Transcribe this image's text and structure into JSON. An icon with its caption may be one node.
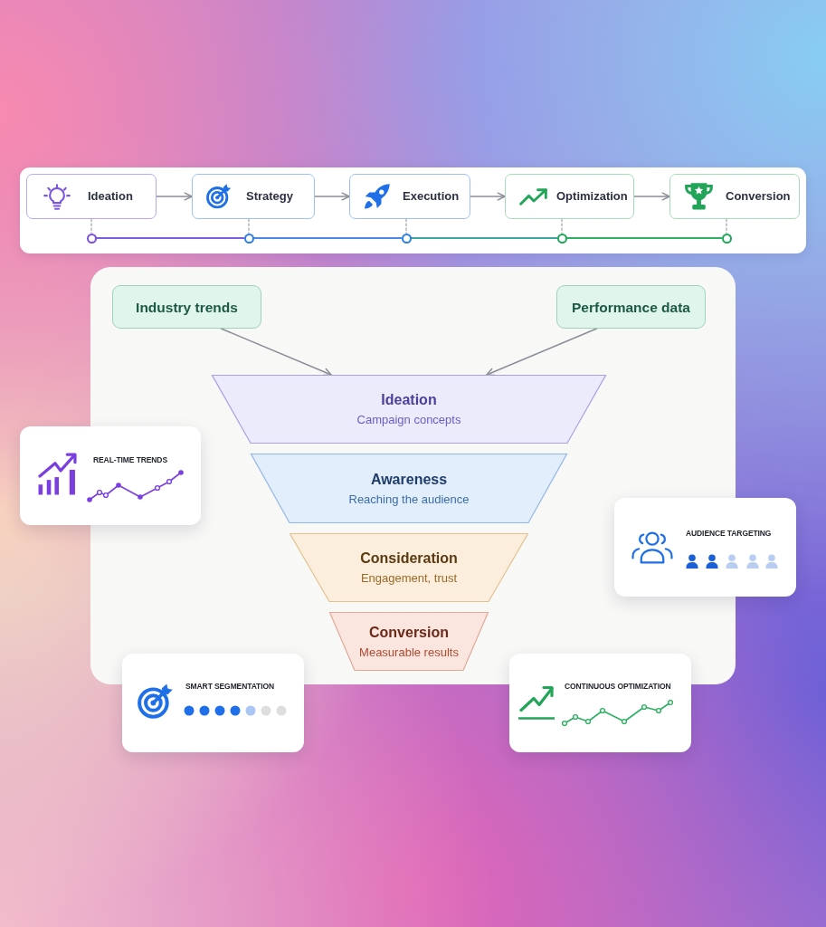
{
  "diagram": {
    "nodes": [
      {
        "text": [],
        "shape": "box"
      },
      {
        "text": [
          "Ideation"
        ],
        "in": 0
      },
      {
        "text": [
          "Strategy"
        ],
        "in": 0
      },
      {
        "text": [
          "Execution"
        ],
        "in": 0
      },
      {
        "text": [
          "Optimization"
        ],
        "in": 0
      },
      {
        "text": [
          "Conversion"
        ],
        "in": 0
      },
      {
        "text": [],
        "shape": "circle",
        "in": 0
      },
      {
        "text": [],
        "shape": "circle",
        "in": 0
      },
      {
        "text": [],
        "shape": "circle",
        "in": 0
      },
      {
        "text": [],
        "shape": "circle",
        "in": 0
      },
      {
        "text": [],
        "shape": "circle",
        "in": 0
      },
      {
        "text": [],
        "shape": "box"
      },
      {
        "text": [
          "Industry trends"
        ],
        "in": 11
      },
      {
        "text": [
          "Performance data"
        ],
        "in": 11
      },
      {
        "text": [
          "Ideation",
          "Campaign concepts"
        ],
        "in": 11
      },
      {
        "text": [
          "Awareness",
          "Reaching the audience"
        ],
        "in": 11
      },
      {
        "text": [
          "Consideration",
          "Engagement, trust"
        ],
        "in": 11
      },
      {
        "text": [
          "Conversion",
          "Measurable results"
        ],
        "in": 11
      },
      {
        "text": [
          "REAL-TIME TRENDS"
        ]
      },
      {
        "text": [
          "AUDIENCE TARGETING"
        ]
      },
      {
        "text": [
          "SMART SEGMENTATION"
        ]
      },
      {
        "text": [
          "CONTINUOUS OPTIMIZATION"
        ]
      }
    ],
    "edges": [
      {
        "from": 1,
        "to": 2,
        "arrow": "to"
      },
      {
        "from": 2,
        "to": 3,
        "arrow": "to"
      },
      {
        "from": 3,
        "to": 4,
        "arrow": "to"
      },
      {
        "from": 4,
        "to": 5,
        "arrow": "to"
      },
      {
        "from": 1,
        "to": 6,
        "arrow": "none",
        "style": "dashed"
      },
      {
        "from": 2,
        "to": 7,
        "arrow": "none",
        "style": "dashed"
      },
      {
        "from": 3,
        "to": 8,
        "arrow": "none",
        "style": "dashed"
      },
      {
        "from": 4,
        "to": 9,
        "arrow": "none",
        "style": "dashed"
      },
      {
        "from": 5,
        "to": 10,
        "arrow": "none",
        "style": "dashed"
      },
      {
        "from": 6,
        "to": 7,
        "arrow": "none",
        "color": "#7b5ce3"
      },
      {
        "from": 7,
        "to": 8,
        "arrow": "none",
        "color": "#4a86e8"
      },
      {
        "from": 8,
        "to": 9,
        "arrow": "none",
        "color": "#3aa6a0"
      },
      {
        "from": 9,
        "to": 10,
        "arrow": "none",
        "color": "#2fb063"
      },
      {
        "from": 12,
        "to": 14,
        "arrow": "to"
      },
      {
        "from": 13,
        "to": 14,
        "arrow": "to"
      }
    ]
  }
}
